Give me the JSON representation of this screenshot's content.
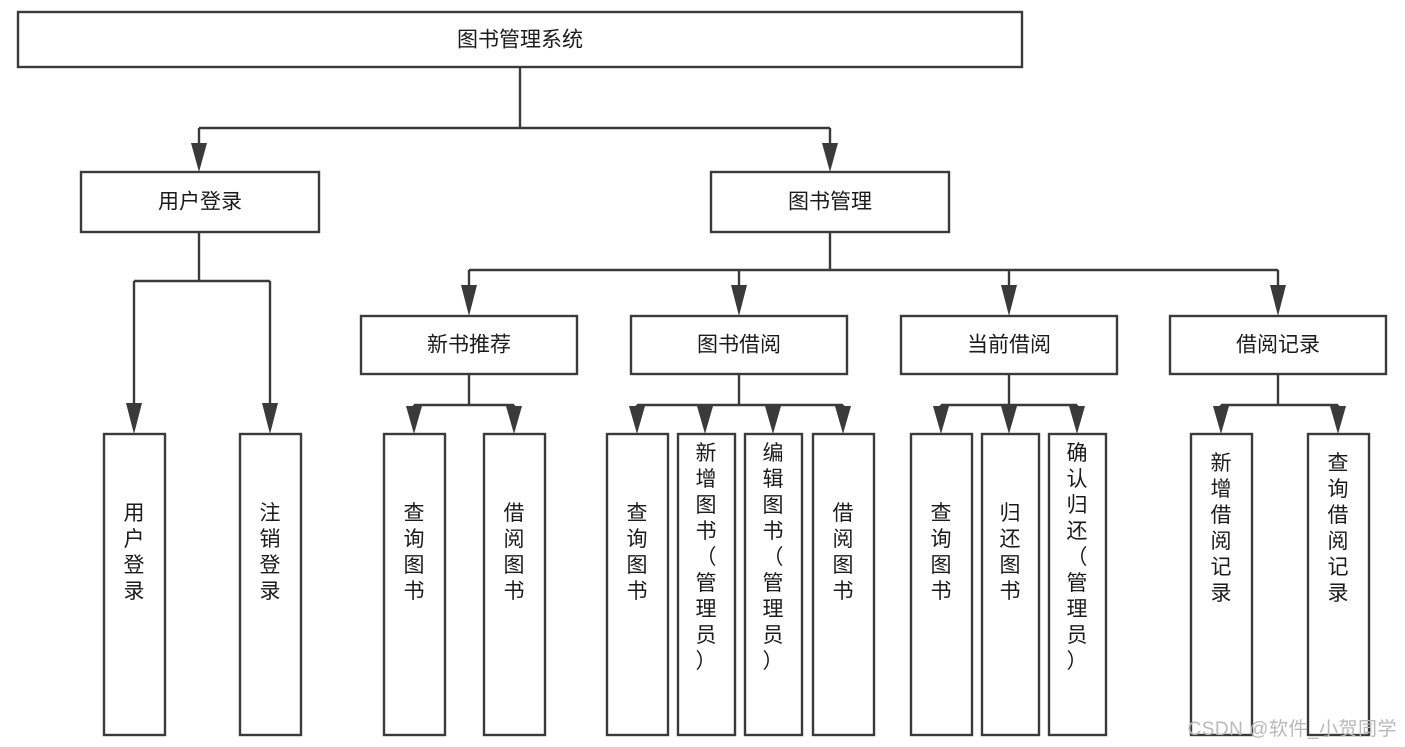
{
  "diagram": {
    "title": "图书管理系统",
    "type": "hierarchy-tree",
    "watermark": "CSDN @软件_小贺同学",
    "colors": {
      "background": "#ffffff",
      "box_fill": "#ffffff",
      "box_stroke": "#3a3a3a",
      "connector": "#3a3a3a",
      "text": "#1b1b1b",
      "watermark": "#b9b9b9"
    },
    "nodes": {
      "root": {
        "label": "图书管理系统",
        "level": 0,
        "orientation": "horizontal"
      },
      "level2": [
        {
          "id": "user-login",
          "label": "用户登录",
          "orientation": "horizontal"
        },
        {
          "id": "book-management",
          "label": "图书管理",
          "orientation": "horizontal"
        }
      ],
      "level3": [
        {
          "id": "new-book-recommend",
          "label": "新书推荐",
          "parent": "book-management",
          "orientation": "horizontal"
        },
        {
          "id": "book-borrow",
          "label": "图书借阅",
          "parent": "book-management",
          "orientation": "horizontal"
        },
        {
          "id": "current-borrow",
          "label": "当前借阅",
          "parent": "book-management",
          "orientation": "horizontal"
        },
        {
          "id": "borrow-record",
          "label": "借阅记录",
          "parent": "book-management",
          "orientation": "horizontal"
        }
      ],
      "leaves": [
        {
          "id": "leaf-user-login",
          "label": "用户登录",
          "parent": "user-login",
          "orientation": "vertical"
        },
        {
          "id": "leaf-logout",
          "label": "注销登录",
          "parent": "user-login",
          "orientation": "vertical"
        },
        {
          "id": "leaf-query-book-1",
          "label": "查询图书",
          "parent": "new-book-recommend",
          "orientation": "vertical"
        },
        {
          "id": "leaf-borrow-book-1",
          "label": "借阅图书",
          "parent": "new-book-recommend",
          "orientation": "vertical"
        },
        {
          "id": "leaf-query-book-2",
          "label": "查询图书",
          "parent": "book-borrow",
          "orientation": "vertical"
        },
        {
          "id": "leaf-add-book",
          "label": "新增图书（管理员）",
          "parent": "book-borrow",
          "orientation": "vertical"
        },
        {
          "id": "leaf-edit-book",
          "label": "编辑图书（管理员）",
          "parent": "book-borrow",
          "orientation": "vertical"
        },
        {
          "id": "leaf-borrow-book-2",
          "label": "借阅图书",
          "parent": "book-borrow",
          "orientation": "vertical"
        },
        {
          "id": "leaf-query-book-3",
          "label": "查询图书",
          "parent": "current-borrow",
          "orientation": "vertical"
        },
        {
          "id": "leaf-return-book",
          "label": "归还图书",
          "parent": "current-borrow",
          "orientation": "vertical"
        },
        {
          "id": "leaf-confirm-return",
          "label": "确认归还（管理员）",
          "parent": "current-borrow",
          "orientation": "vertical"
        },
        {
          "id": "leaf-add-record",
          "label": "新增借阅记录",
          "parent": "borrow-record",
          "orientation": "vertical"
        },
        {
          "id": "leaf-query-record",
          "label": "查询借阅记录",
          "parent": "borrow-record",
          "orientation": "vertical"
        }
      ]
    }
  }
}
